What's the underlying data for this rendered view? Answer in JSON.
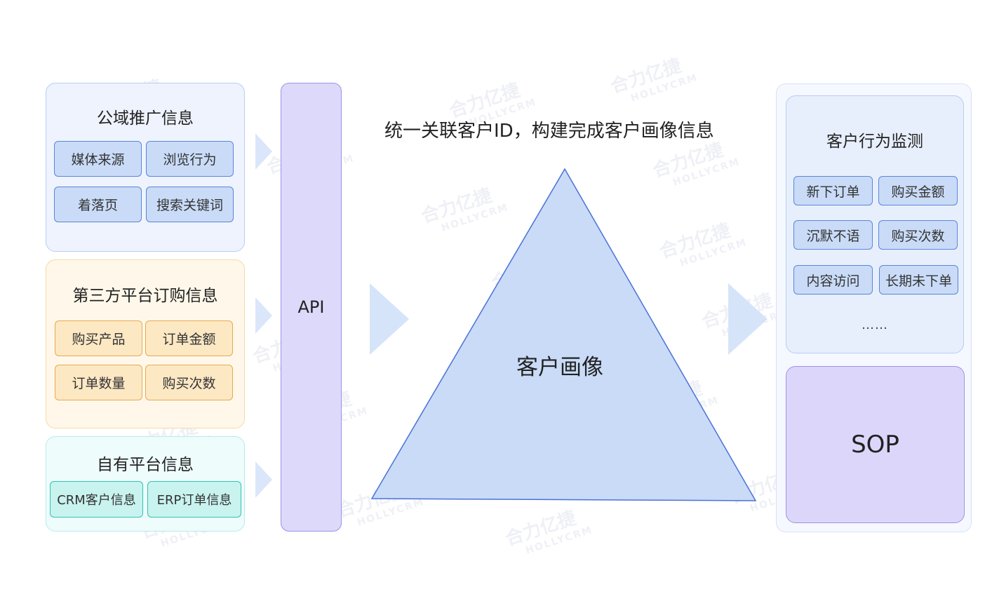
{
  "headline": "统一关联客户ID，构建完成客户画像信息",
  "watermark": {
    "brand": "合力亿捷",
    "sub": "HOLLYCRM"
  },
  "sources": {
    "public": {
      "title": "公域推广信息",
      "chips": [
        "媒体来源",
        "浏览行为",
        "着落页",
        "搜索关键词"
      ]
    },
    "third_party": {
      "title": "第三方平台订购信息",
      "chips": [
        "购买产品",
        "订单金额",
        "订单数量",
        "购买次数"
      ]
    },
    "own": {
      "title": "自有平台信息",
      "chips": [
        "CRM客户信息",
        "ERP订单信息"
      ]
    }
  },
  "api_label": "API",
  "center_label": "客户画像",
  "monitor": {
    "title": "客户行为监测",
    "chips": [
      "新下订单",
      "购买金额",
      "沉默不语",
      "购买次数",
      "内容访问",
      "长期未下单"
    ],
    "more": "……"
  },
  "sop_label": "SOP",
  "colors": {
    "blue_chip": "#c9dbf7",
    "orange_chip": "#fde8c4",
    "teal_chip": "#c8f3ef",
    "api": "#dcd9fb",
    "triangle": "#c9dbf7",
    "arrow": "#d6e4fa"
  }
}
